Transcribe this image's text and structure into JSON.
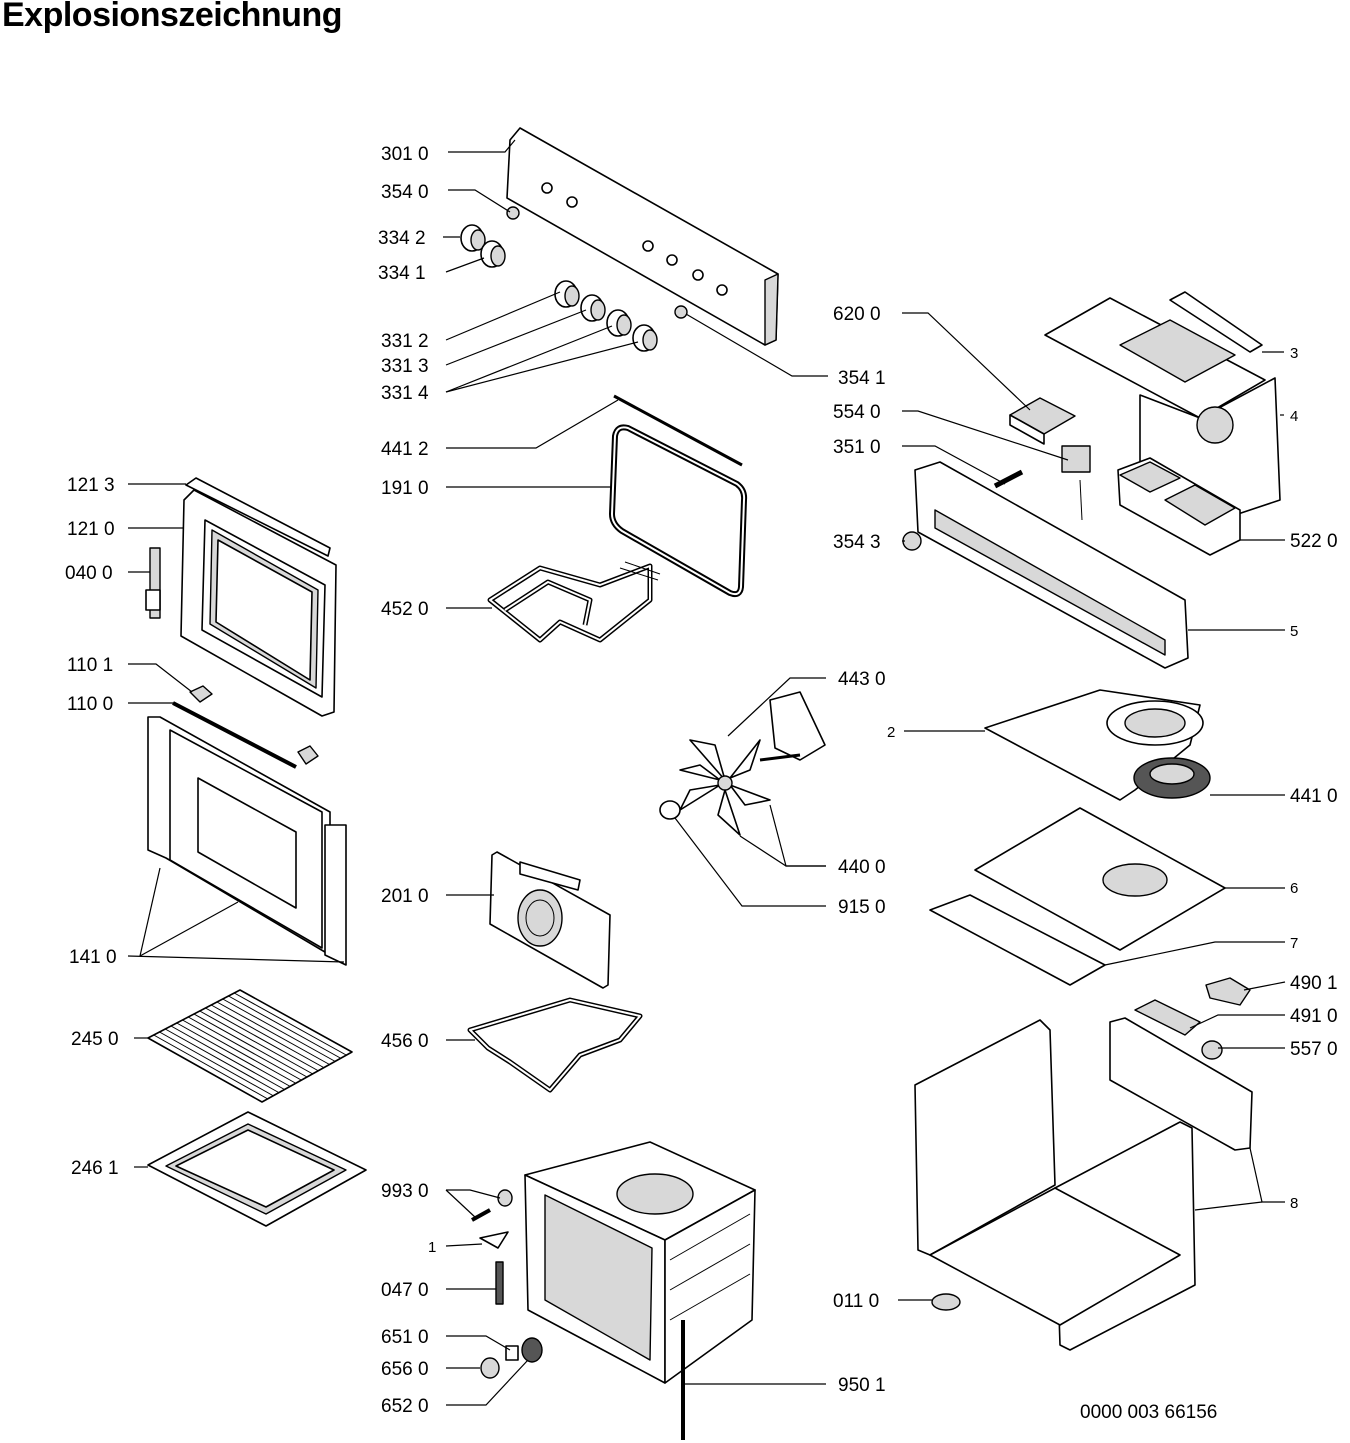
{
  "title": "Explosionszeichnung",
  "drawing_number": "0000 003 66156",
  "labels": {
    "p3010": "301 0",
    "p3540": "354 0",
    "p3342": "334 2",
    "p3341": "334 1",
    "p3312": "331 2",
    "p3313": "331 3",
    "p3314": "331 4",
    "p4412": "441 2",
    "p1910": "191 0",
    "p4520": "452 0",
    "p1213": "121 3",
    "p1210": "121 0",
    "p0400": "040 0",
    "p1101": "110 1",
    "p1100": "110 0",
    "p1410": "141 0",
    "p2010": "201 0",
    "p2450": "245 0",
    "p4560": "456 0",
    "p2461": "246 1",
    "p9930": "993 0",
    "p1": "1",
    "p0470": "047 0",
    "p6510": "651 0",
    "p6560": "656 0",
    "p6520": "652 0",
    "p9501": "950 1",
    "p6200": "620 0",
    "p3": "3",
    "p4": "4",
    "p3541": "354 1",
    "p5540": "554 0",
    "p3510": "351 0",
    "p3543": "354 3",
    "p5220": "522 0",
    "p5": "5",
    "p4430": "443 0",
    "p2": "2",
    "p4410": "441 0",
    "p4400": "440 0",
    "p9150": "915 0",
    "p6": "6",
    "p7": "7",
    "p4901": "490 1",
    "p4910": "491 0",
    "p5570": "557 0",
    "p8": "8",
    "p0110": "011 0"
  }
}
